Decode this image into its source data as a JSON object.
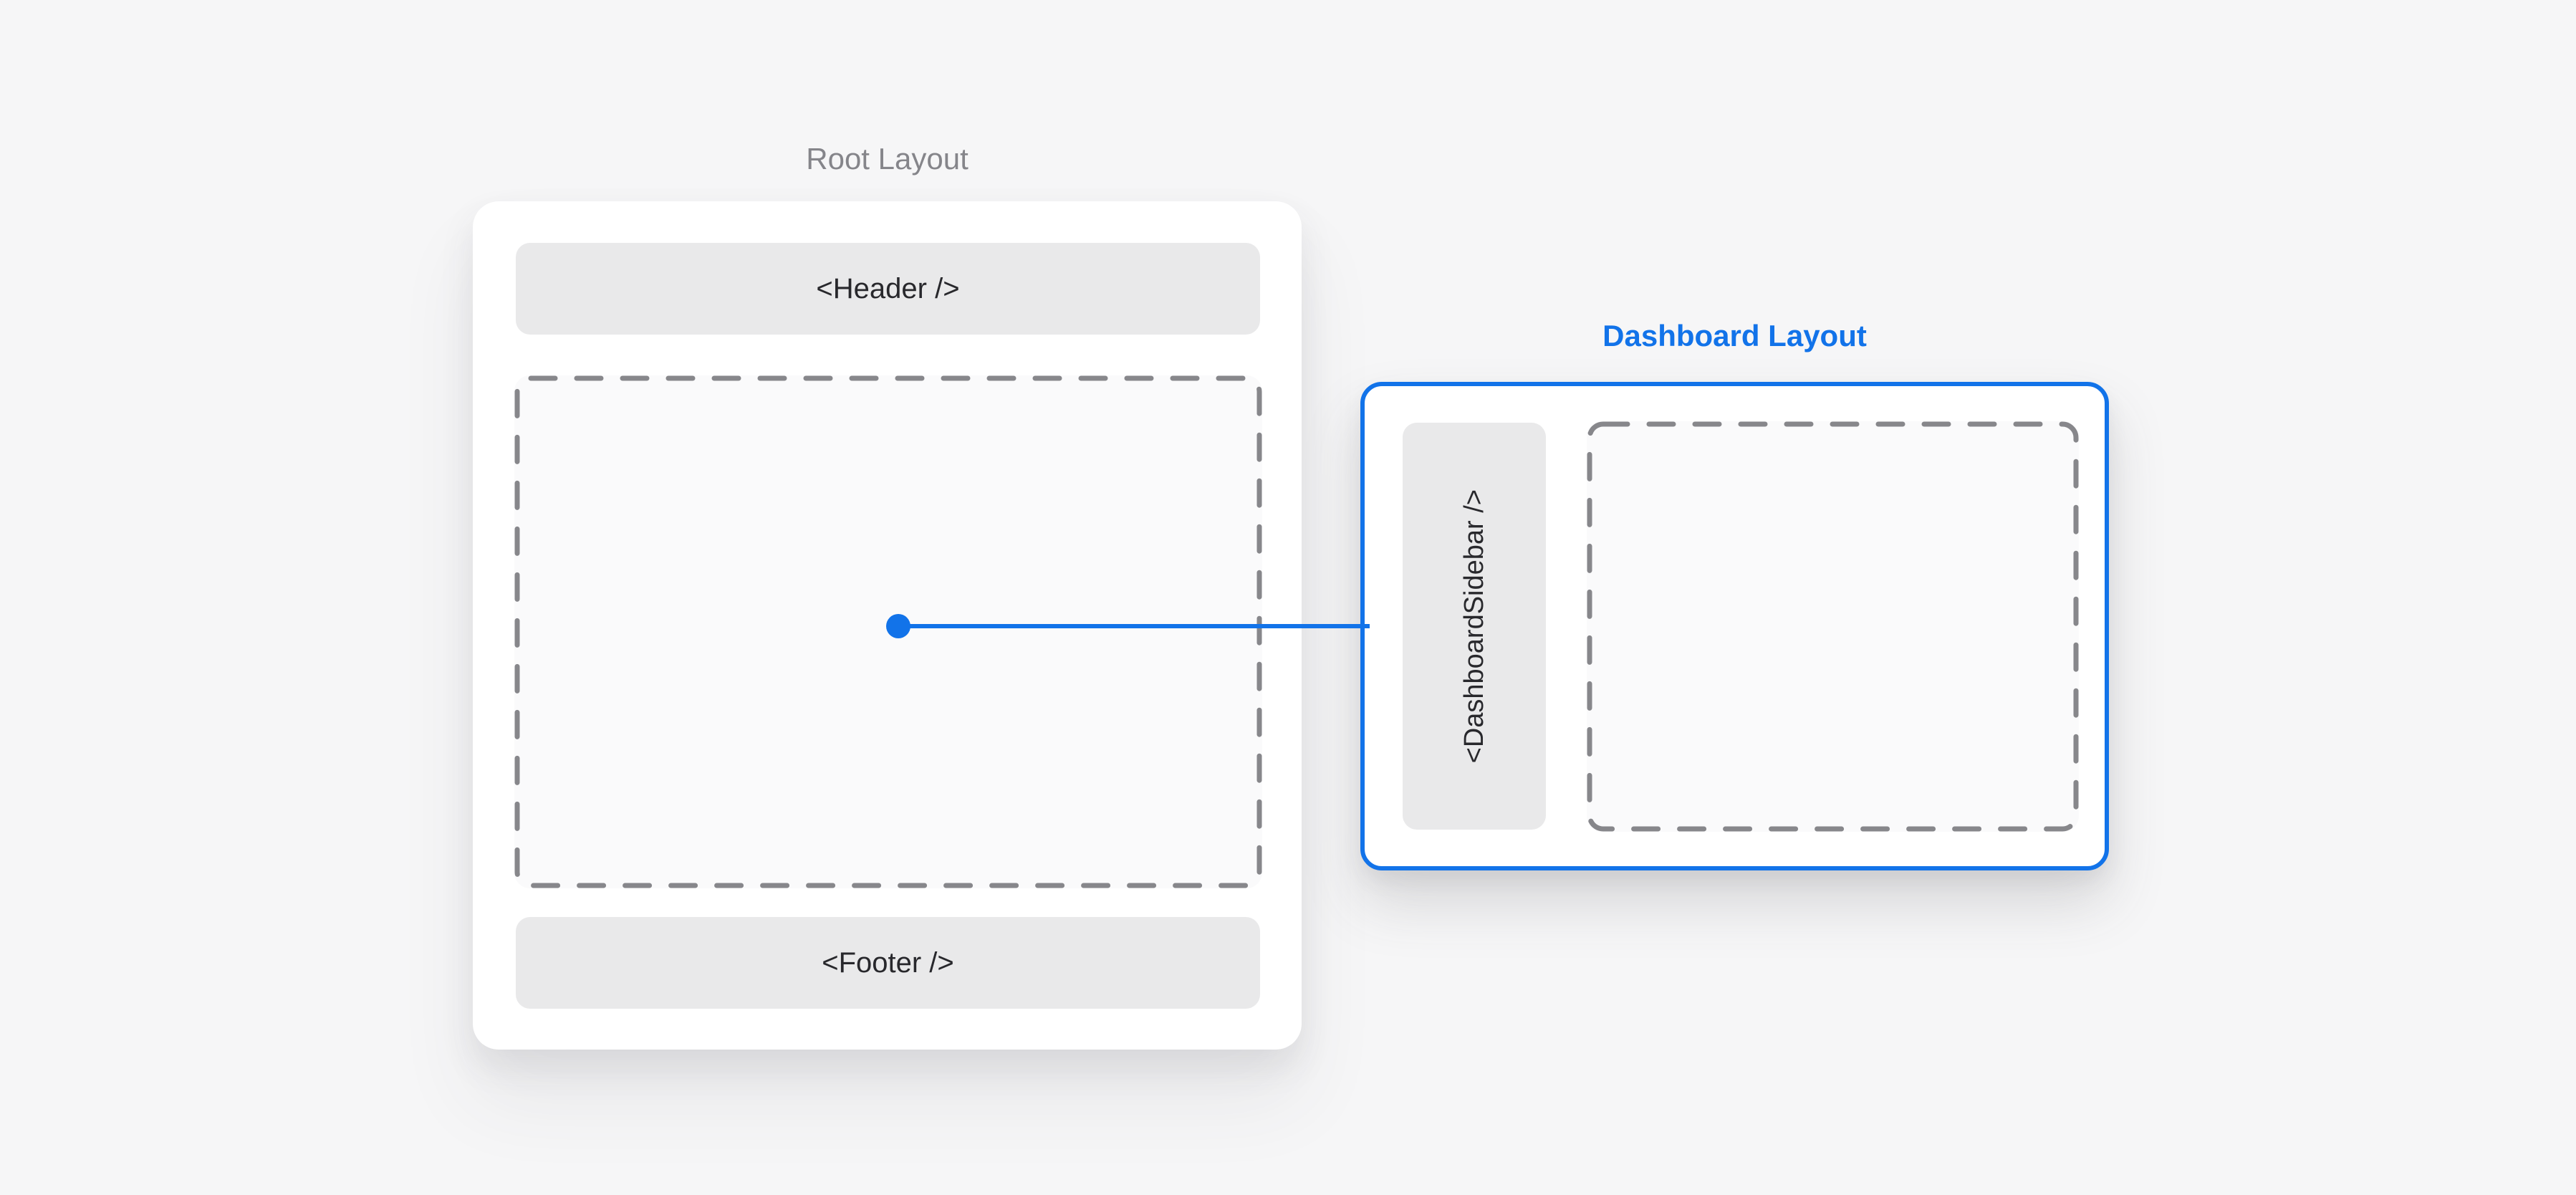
{
  "colors": {
    "accent": "#1273e9",
    "page-bg": "#f6f6f7",
    "card-bg": "#ffffff",
    "slot-bg": "#fafafb",
    "box-bg": "#e9e9ea",
    "dash-stroke": "#87878b",
    "text-dark": "#28282c",
    "label-muted": "#85858a"
  },
  "root_layout": {
    "title": "Root Layout",
    "header_label": "<Header />",
    "footer_label": "<Footer />"
  },
  "dashboard_layout": {
    "title": "Dashboard Layout",
    "sidebar_label": "<DashboardSidebar />"
  }
}
